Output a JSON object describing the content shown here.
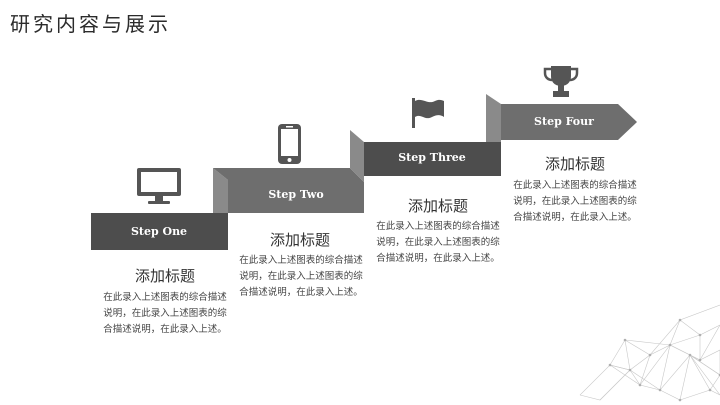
{
  "slide": {
    "title": "研究内容与展示"
  },
  "steps": [
    {
      "label": "Step One",
      "heading": "添加标题",
      "description": "在此录入上述图表的综合描述说明，在此录入上述图表的综合描述说明，在此录入上述。",
      "icon": "monitor-icon"
    },
    {
      "label": "Step Two",
      "heading": "添加标题",
      "description": "在此录入上述图表的综合描述说明，在此录入上述图表的综合描述说明，在此录入上述。",
      "icon": "smartphone-icon"
    },
    {
      "label": "Step Three",
      "heading": "添加标题",
      "description": "在此录入上述图表的综合描述说明，在此录入上述图表的综合描述说明，在此录入上述。",
      "icon": "flag-icon"
    },
    {
      "label": "Step Four",
      "heading": "添加标题",
      "description": "在此录入上述图表的综合描述说明，在此录入上述图表的综合描述说明，在此录入上述。",
      "icon": "trophy-icon"
    }
  ],
  "colors": {
    "band_dark": "#4d4d4d",
    "band_mid": "#6e6e6e",
    "fold": "#8a8a8a",
    "icon": "#555555"
  }
}
